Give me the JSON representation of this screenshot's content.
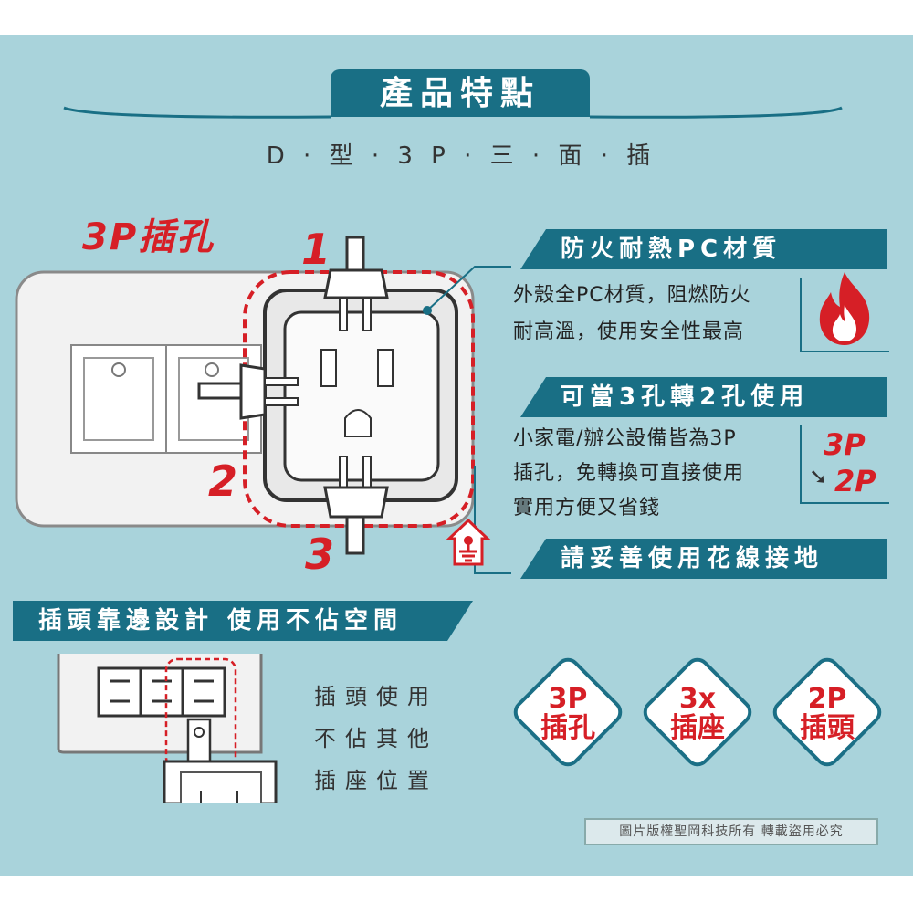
{
  "header": {
    "title": "產品特點",
    "subtitle": "D · 型 · 3 P · 三 · 面 · 插"
  },
  "diagram": {
    "heading": "3P插孔",
    "label_1": "1",
    "label_2": "2",
    "label_3": "3"
  },
  "features": [
    {
      "title": "防火耐熱PC材質",
      "lines": [
        "外殼全PC材質，阻燃防火",
        "耐高溫，使用安全性最高"
      ],
      "icon": "fire-icon"
    },
    {
      "title": "可當3孔轉2孔使用",
      "lines": [
        "小家電/辦公設備皆為3P",
        "插孔，免轉換可直接使用",
        "實用方便又省錢"
      ],
      "icon": "3p-to-2p-icon",
      "icon_top": "3P",
      "icon_bottom": "2P"
    },
    {
      "title": "請妥善使用花線接地",
      "icon": "ground-icon"
    }
  ],
  "side_section": {
    "title": "插頭靠邊設計 使用不佔空間",
    "lines": [
      "插頭使用",
      "不佔其他",
      "插座位置"
    ]
  },
  "badges": [
    {
      "line1": "3P",
      "line2": "插孔"
    },
    {
      "line1": "3x",
      "line2": "插座"
    },
    {
      "line1": "2P",
      "line2": "插頭"
    }
  ],
  "copyright": "圖片版權聖岡科技所有  轉載盜用必究",
  "colors": {
    "background": "#a9d3db",
    "accent": "#196f85",
    "red": "#d61f26"
  }
}
